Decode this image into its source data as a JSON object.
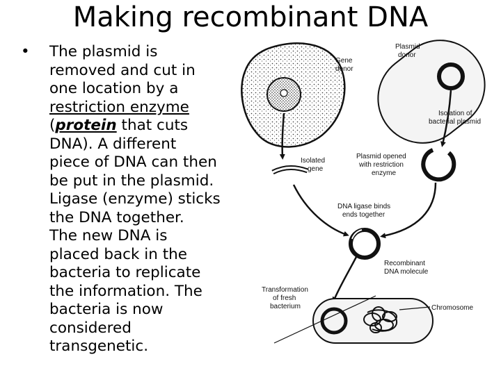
{
  "slide": {
    "title": "Making recombinant DNA",
    "bullet_symbol": "•",
    "bullet_lines": {
      "l1": "The plasmid is",
      "l2": "removed and cut in",
      "l3": "one location by a",
      "l4": "restriction enzyme",
      "l5_open": "(",
      "l5_bold": "protein",
      "l5_rest": " that cuts",
      "l6": "DNA). A different",
      "l7": "piece of DNA can then",
      "l8": "be put in the plasmid.",
      "l9": "Ligase (enzyme) sticks",
      "l10": "the DNA together.",
      "l11": "The new DNA is",
      "l12": "placed back in the",
      "l13": "bacteria to replicate",
      "l14": "the information.  The",
      "l15": "bacteria is now",
      "l16": "considered",
      "l17": "transgenetic."
    }
  },
  "diagram": {
    "labels": {
      "gene_donor_1": "Gene",
      "gene_donor_2": "donor",
      "plasmid_donor_1": "Plasmid",
      "plasmid_donor_2": "donor",
      "isolation_1": "Isolation of",
      "isolation_2": "bacterial plasmid",
      "isolated_gene_1": "Isolated",
      "isolated_gene_2": "gene",
      "opened_1": "Plasmid opened",
      "opened_2": "with restriction",
      "opened_3": "enzyme",
      "ligase_1": "DNA ligase binds",
      "ligase_2": "ends together",
      "recombinant_1": "Recombinant",
      "recombinant_2": "DNA molecule",
      "transformation_1": "Transformation",
      "transformation_2": "of fresh",
      "transformation_3": "bacterium",
      "chromosome": "Chromosome"
    }
  }
}
